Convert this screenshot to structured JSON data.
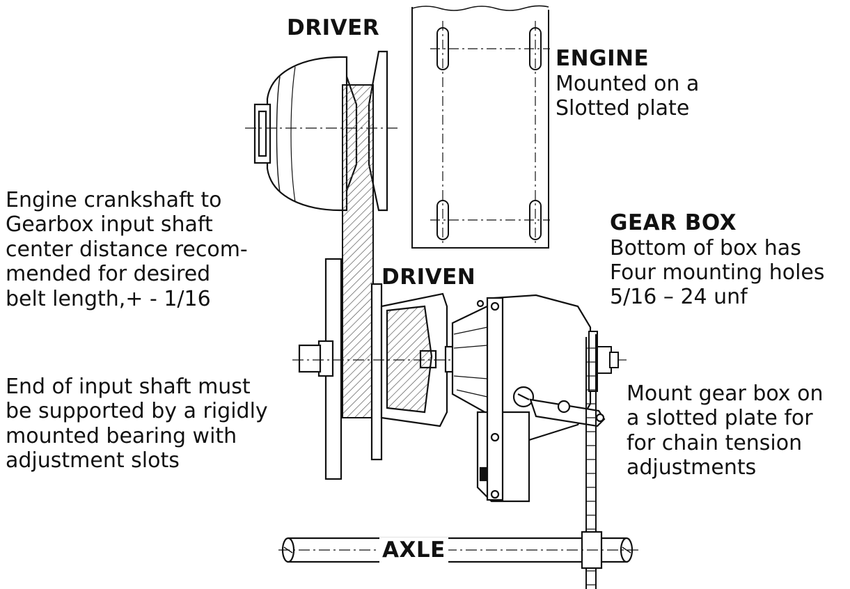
{
  "labels": {
    "driver": "DRIVER",
    "engine": {
      "title": "ENGINE",
      "lines": [
        "Mounted on a",
        "Slotted plate"
      ]
    },
    "crankshaft_note": {
      "lines": [
        "Engine crankshaft to",
        "Gearbox input shaft",
        "center distance recom-",
        "mended for desired",
        "belt length,+ - 1/16"
      ]
    },
    "gearbox": {
      "title": "GEAR BOX",
      "lines": [
        "Bottom of box has",
        "Four mounting holes",
        "5/16 – 24 unf"
      ]
    },
    "driven": "DRIVEN",
    "input_shaft_note": {
      "lines": [
        "End of input shaft must",
        "be supported by a rigidly",
        "mounted bearing with",
        "adjustment slots"
      ]
    },
    "mount_note": {
      "lines": [
        "Mount gear box on",
        "a slotted plate for",
        "for chain tension",
        "adjustments"
      ]
    },
    "axle": "AXLE"
  },
  "colors": {
    "ink": "#111111",
    "belt": "#8c8c8c",
    "paper": "#ffffff"
  }
}
